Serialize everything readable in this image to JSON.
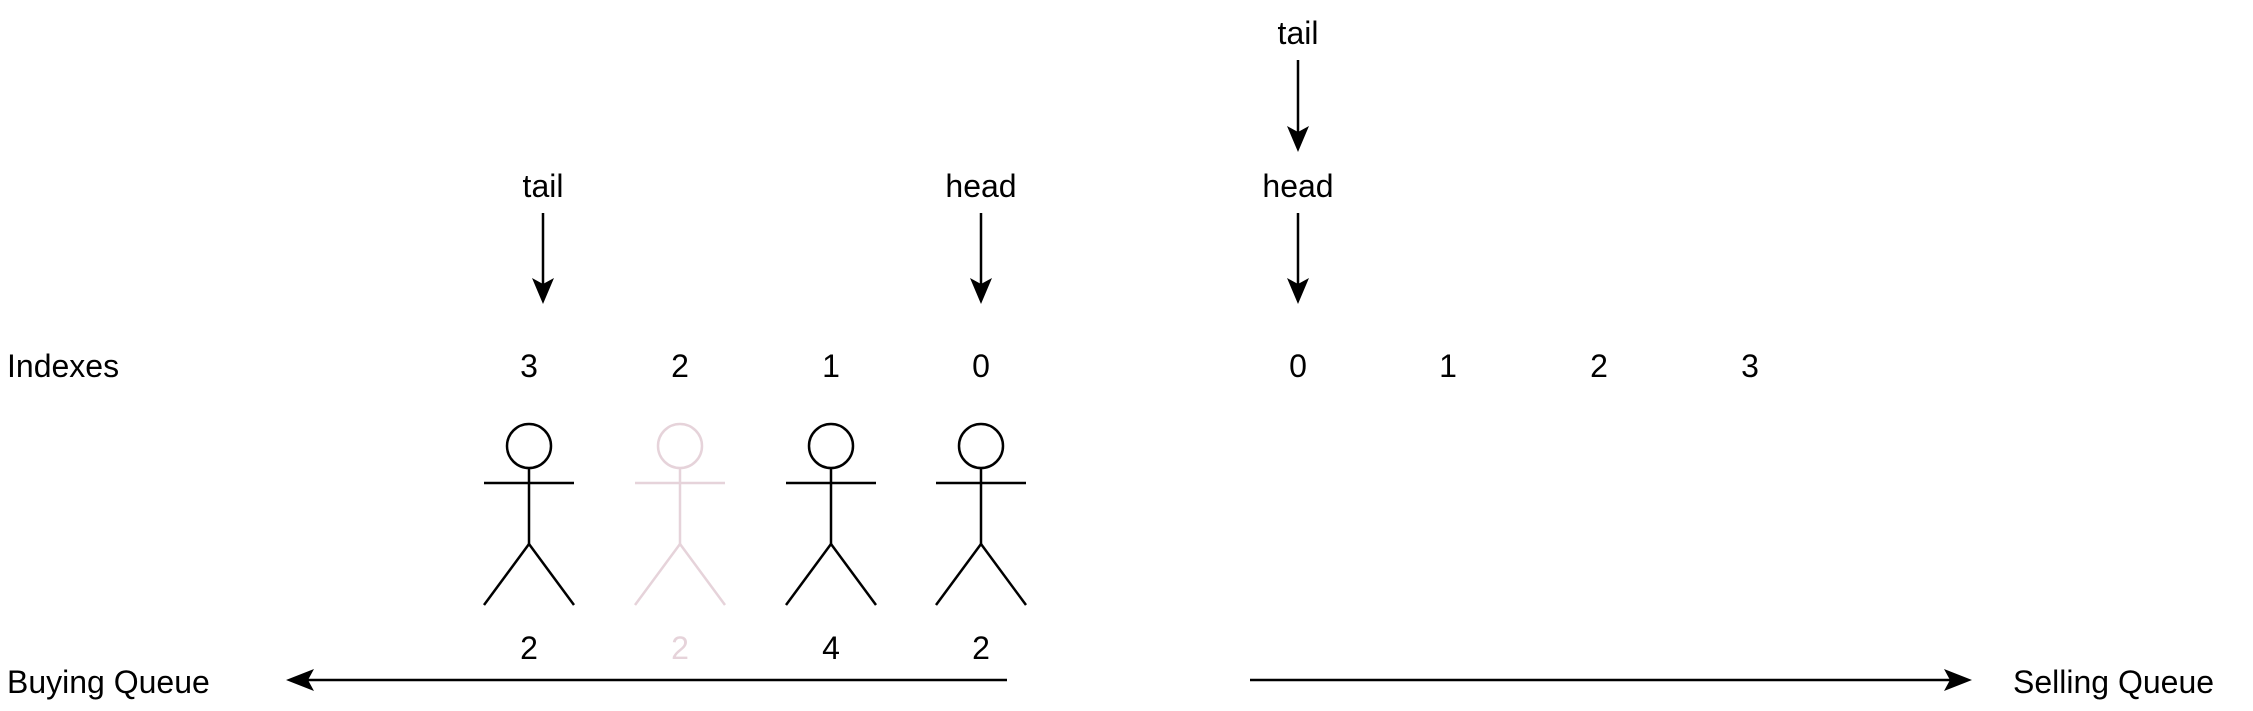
{
  "row_label": "Indexes",
  "buying": {
    "label": "Buying Queue",
    "indexes": [
      "3",
      "2",
      "1",
      "0"
    ],
    "values": [
      "2",
      "2",
      "4",
      "2"
    ],
    "faded": [
      false,
      true,
      false,
      false
    ],
    "tail_label": "tail",
    "head_label": "head"
  },
  "selling": {
    "label": "Selling Queue",
    "indexes": [
      "0",
      "1",
      "2",
      "3"
    ],
    "tail_label": "tail",
    "head_label": "head"
  },
  "colors": {
    "ink": "#000000",
    "faded": "#e6d3da"
  }
}
